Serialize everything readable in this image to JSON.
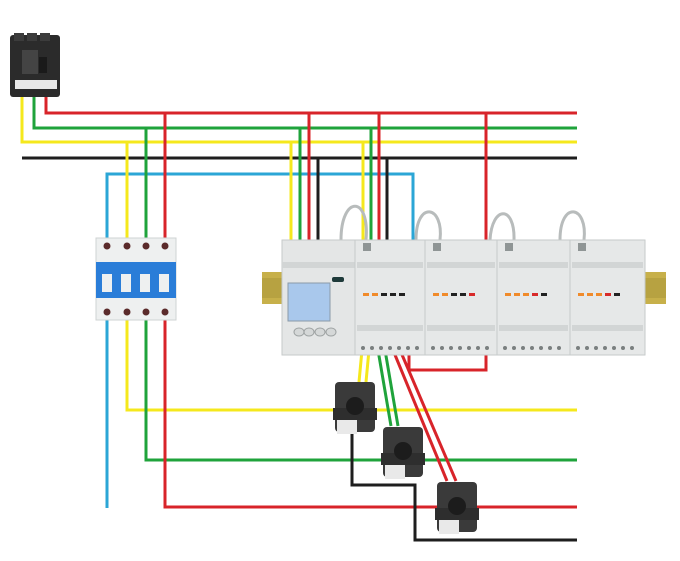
{
  "diagram": {
    "type": "wiring-diagram",
    "components": [
      "molded-case-circuit-breaker",
      "miniature-circuit-breaker-4p",
      "multi-channel-energy-meter",
      "meter-module",
      "split-core-current-transformer",
      "din-rail"
    ],
    "meter_module_count": 4,
    "current_transformer_count": 3
  },
  "colors": {
    "phase_a": "#f5e81c",
    "phase_b": "#1fa33b",
    "phase_c": "#d8242a",
    "neutral": "#1e1e1e",
    "ground": "#2ba6d6",
    "device_body": "#e6e8e8",
    "ct_body": "#3a3a3a",
    "din_rail": "#b9a23a",
    "led_orange": "#f08a2a",
    "led_red": "#d82a2a",
    "lcd": "#a9c8ec"
  }
}
